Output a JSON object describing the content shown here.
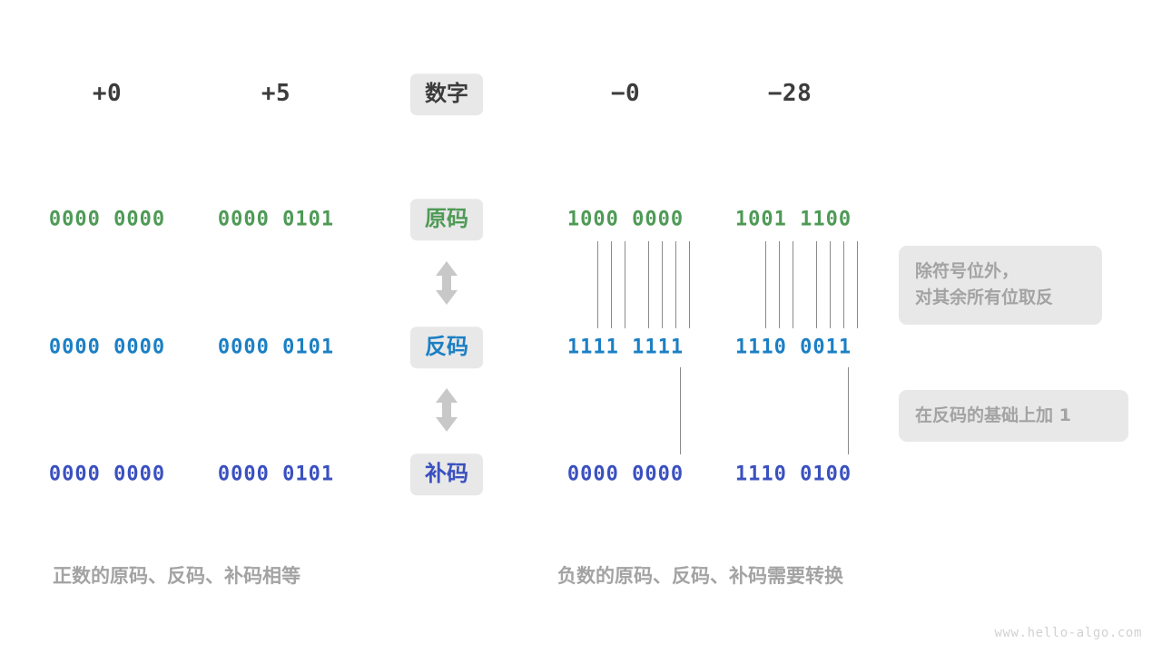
{
  "watermark": "www.hello-algo.com",
  "colors": {
    "green": "#4e9a56",
    "blue": "#1b7fc4",
    "indigo": "#3a50c0",
    "dark": "#3c3c3c",
    "gray": "#a3a3a3",
    "badge_bg": "#e8e8e8",
    "line": "#8a8a8a"
  },
  "header": {
    "row_label": "数字",
    "columns": [
      {
        "name": "plus-zero",
        "value": "+0"
      },
      {
        "name": "plus-five",
        "value": "+5"
      },
      {
        "name": "minus-zero",
        "value": "−0"
      },
      {
        "name": "minus-28",
        "value": "−28"
      }
    ]
  },
  "rows": [
    {
      "key": "sign-magnitude",
      "label": "原码",
      "color_class": "c-green",
      "badge_class": "b-green",
      "values": [
        "0000 0000",
        "0000 0101",
        "1000 0000",
        "1001 1100"
      ]
    },
    {
      "key": "ones-complement",
      "label": "反码",
      "color_class": "c-blue",
      "badge_class": "b-blue",
      "values": [
        "0000 0000",
        "0000 0101",
        "1111 1111",
        "1110 0011"
      ]
    },
    {
      "key": "twos-complement",
      "label": "补码",
      "color_class": "c-indigo",
      "badge_class": "b-indigo",
      "values": [
        "0000 0000",
        "0000 0101",
        "0000 0000",
        "1110 0100"
      ]
    }
  ],
  "notes": [
    {
      "key": "invert-note",
      "text": "除符号位外，\n对其余所有位取反"
    },
    {
      "key": "add-one-note",
      "text": "在反码的基础上加  1"
    }
  ],
  "captions": [
    {
      "key": "positive-caption",
      "text": "正数的原码、反码、补码相等"
    },
    {
      "key": "negative-caption",
      "text": "负数的原码、反码、补码需要转换"
    }
  ],
  "arrows": [
    {
      "key": "arrow-yuan-to-fan",
      "name": "double-arrow-icon"
    },
    {
      "key": "arrow-fan-to-bu",
      "name": "double-arrow-icon"
    }
  ]
}
